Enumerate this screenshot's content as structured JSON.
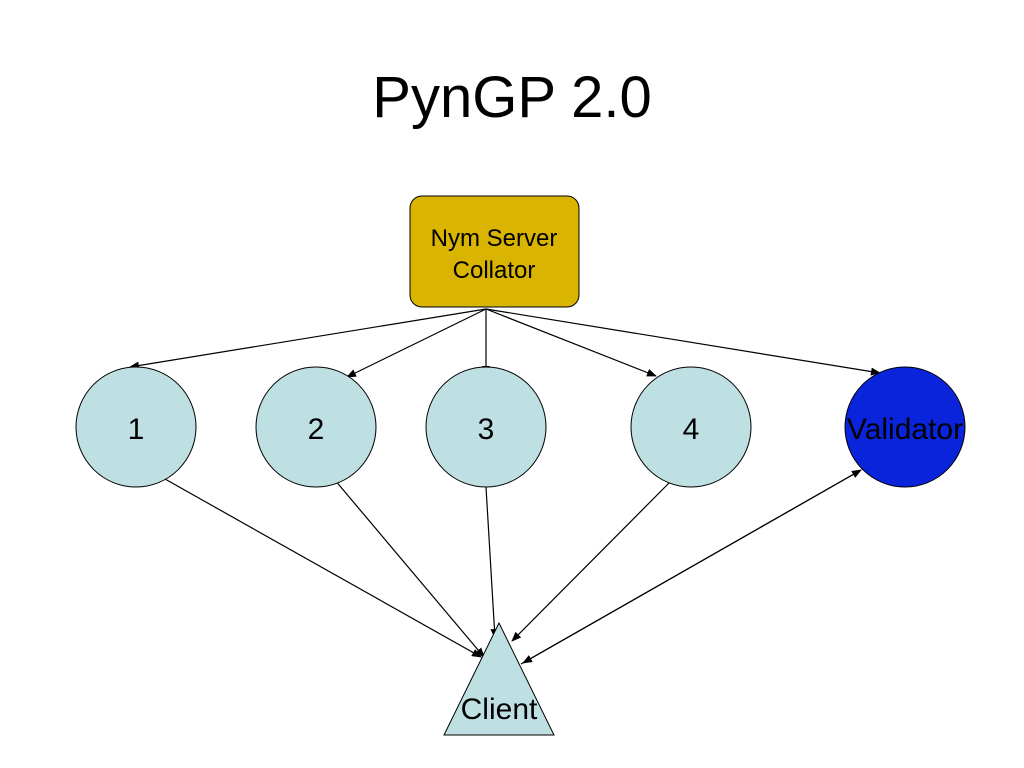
{
  "slide": {
    "title": "PynGP 2.0"
  },
  "diagram": {
    "collator": {
      "line1": "Nym Server",
      "line2": "Collator",
      "fill": "#D9B400"
    },
    "servers": [
      {
        "label": "1",
        "fill": "#BFE0E3"
      },
      {
        "label": "2",
        "fill": "#BFE0E3"
      },
      {
        "label": "3",
        "fill": "#BFE0E3"
      },
      {
        "label": "4",
        "fill": "#BFE0E3"
      }
    ],
    "validator": {
      "label": "Validator",
      "fill": "#0A24DC"
    },
    "client": {
      "label": "Client",
      "fill": "#BFE0E3"
    }
  }
}
